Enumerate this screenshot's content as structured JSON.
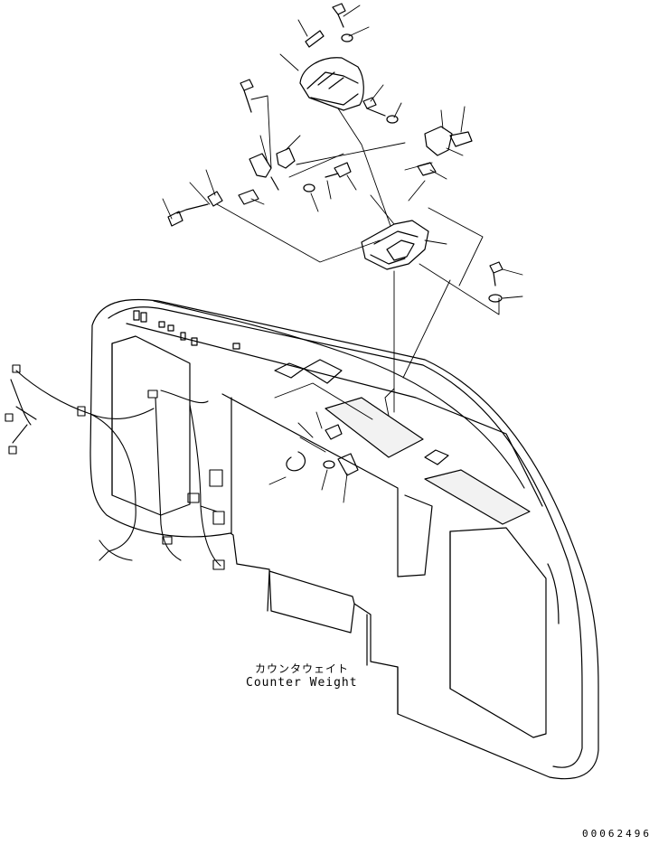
{
  "diagram": {
    "label_jp": "カウンタウェイト",
    "label_en": "Counter Weight",
    "drawing_number": "00062496"
  }
}
